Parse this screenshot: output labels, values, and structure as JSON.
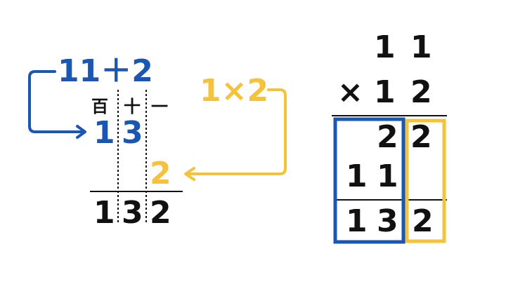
{
  "colors": {
    "blue": "#1a56b4",
    "yellow": "#f5c33b",
    "black": "#111111"
  },
  "left": {
    "sum_expr": "11＋2",
    "place_headers": {
      "hundreds": "百",
      "tens": "十",
      "ones": "一"
    },
    "carried": {
      "hundreds": "1",
      "tens": "3"
    },
    "ones_value": "2",
    "product_expr": "1×2",
    "result": {
      "hundreds": "1",
      "tens": "3",
      "ones": "2"
    }
  },
  "right": {
    "multiplicand": {
      "tens": "1",
      "ones": "1"
    },
    "operator": "×",
    "multiplier": {
      "tens": "1",
      "ones": "2"
    },
    "partial1": {
      "tens": "2",
      "ones": "2"
    },
    "partial2": {
      "hundreds": "1",
      "tens": "1"
    },
    "result": {
      "hundreds": "1",
      "tens": "3",
      "ones": "2"
    }
  }
}
